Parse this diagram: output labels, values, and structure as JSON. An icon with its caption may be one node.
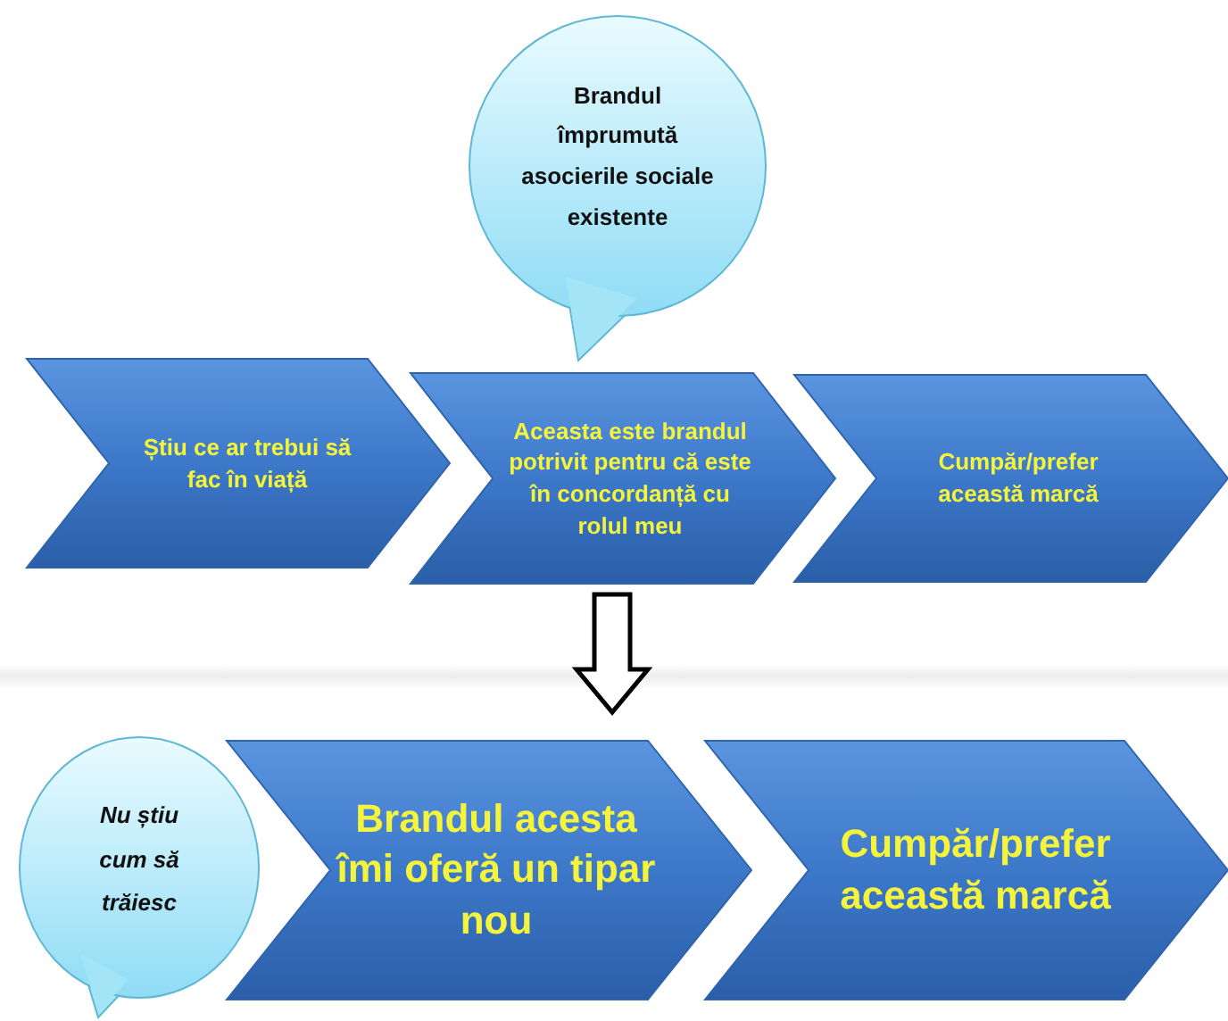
{
  "diagram": {
    "nodes": [
      {
        "text": [
          "Brandul împrumută asocierile sociale existente"
        ]
      },
      {
        "text": [
          "Știu ce ar trebui să fac în viață"
        ]
      },
      {
        "text": [
          "Aceasta este brandul potrivit pentru că este în concordanță cu rolul meu"
        ]
      },
      {
        "text": [
          "Cumpăr/prefer această marcă"
        ]
      },
      {
        "text": [
          "Nu știu cum să trăiesc"
        ]
      },
      {
        "text": [
          "Brandul acesta îmi oferă un tipar nou"
        ]
      },
      {
        "text": [
          "Cumpăr/prefer această marcă"
        ]
      }
    ],
    "edges": [
      {
        "from": 2,
        "to": 5,
        "arrow": "to"
      }
    ]
  }
}
